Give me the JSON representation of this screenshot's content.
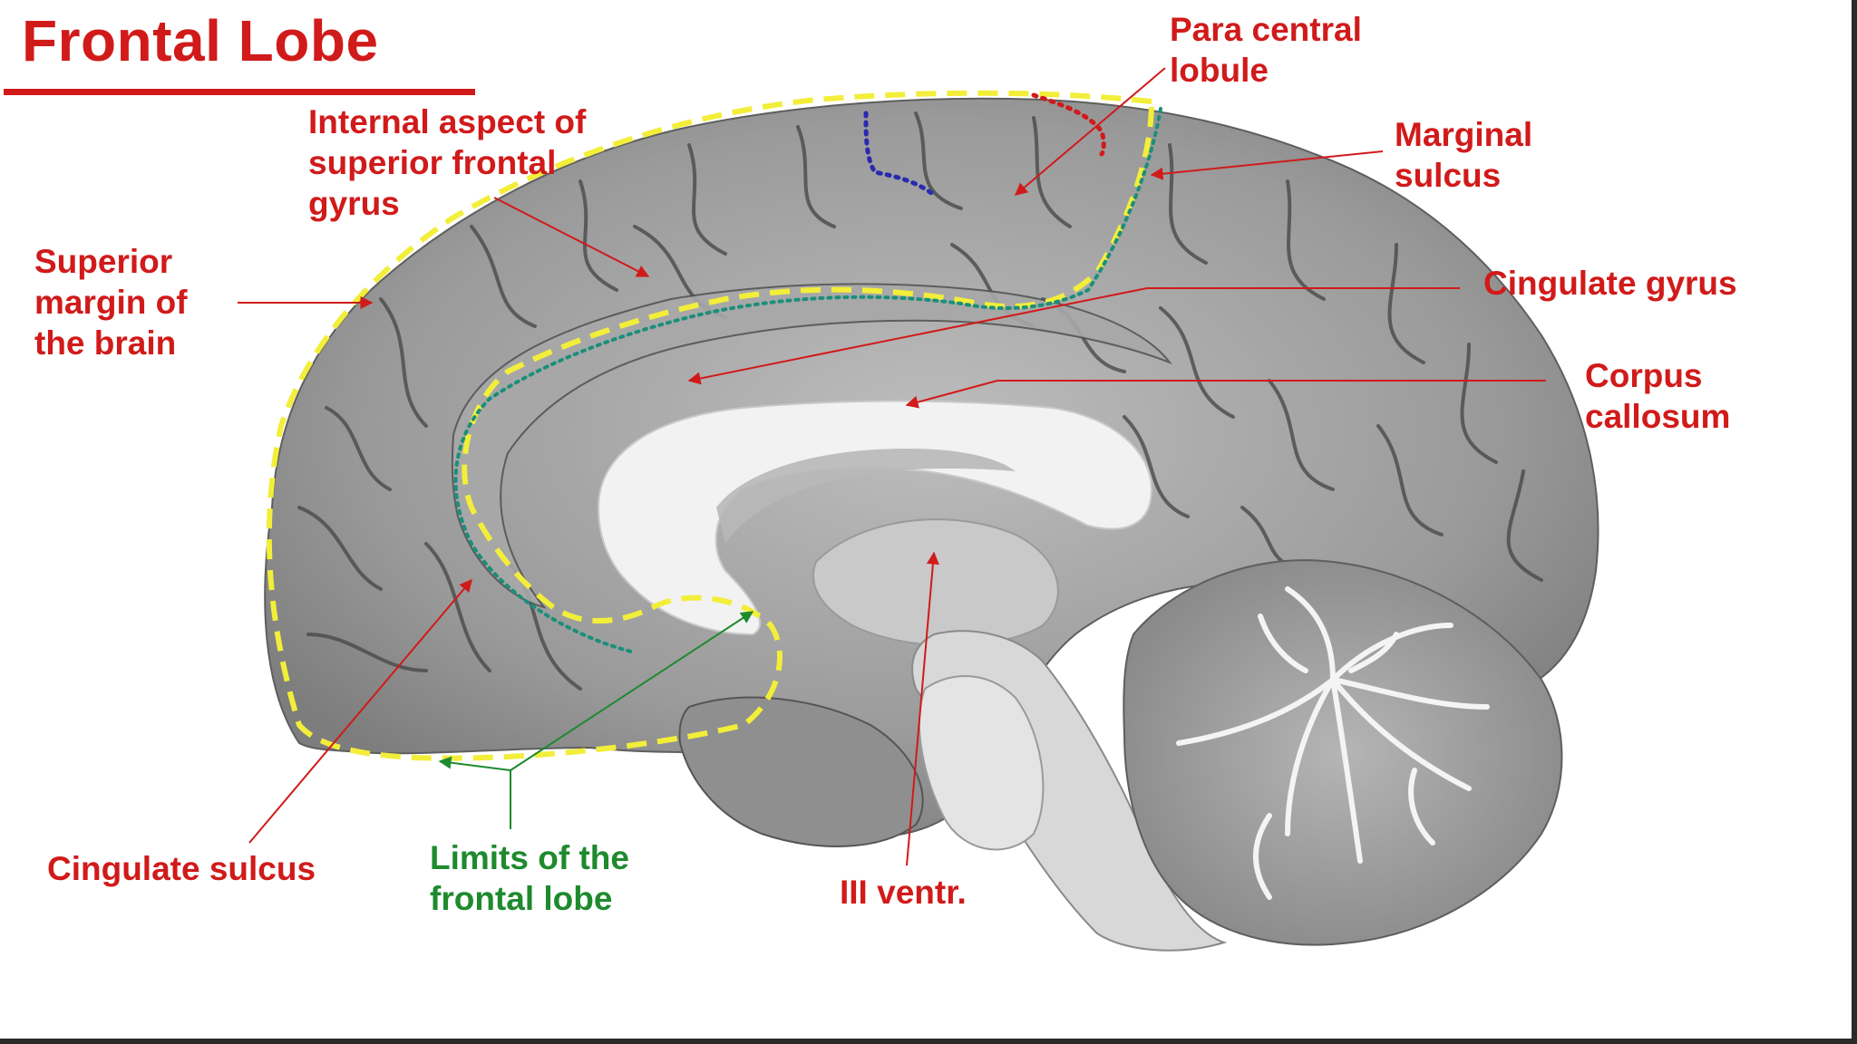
{
  "title": "Frontal Lobe",
  "labels": {
    "para_central_lobule": [
      "Para central",
      "lobule"
    ],
    "internal_aspect_sfg": [
      "Internal aspect of",
      "superior frontal",
      "gyrus"
    ],
    "marginal_sulcus": [
      "Marginal",
      "sulcus"
    ],
    "superior_margin": [
      "Superior",
      "margin of",
      "the brain"
    ],
    "cingulate_gyrus": [
      "Cingulate gyrus"
    ],
    "corpus_callosum": [
      "Corpus",
      "callosum"
    ],
    "cingulate_sulcus": [
      "Cingulate sulcus"
    ],
    "limits_frontal_lobe": [
      "Limits of the",
      "frontal lobe"
    ],
    "iii_ventr": [
      "III ventr."
    ]
  },
  "colors": {
    "label_red": "#d11a1a",
    "label_green": "#1e8a2e",
    "frontal_boundary_yellow": "#f2ee3a",
    "cingulate_trace_teal": "#1a8f7a",
    "paracentral_trace_blue": "#2a2ab0",
    "brain_gray": "#9c9c9c",
    "white_matter": "#f0f0f0"
  }
}
